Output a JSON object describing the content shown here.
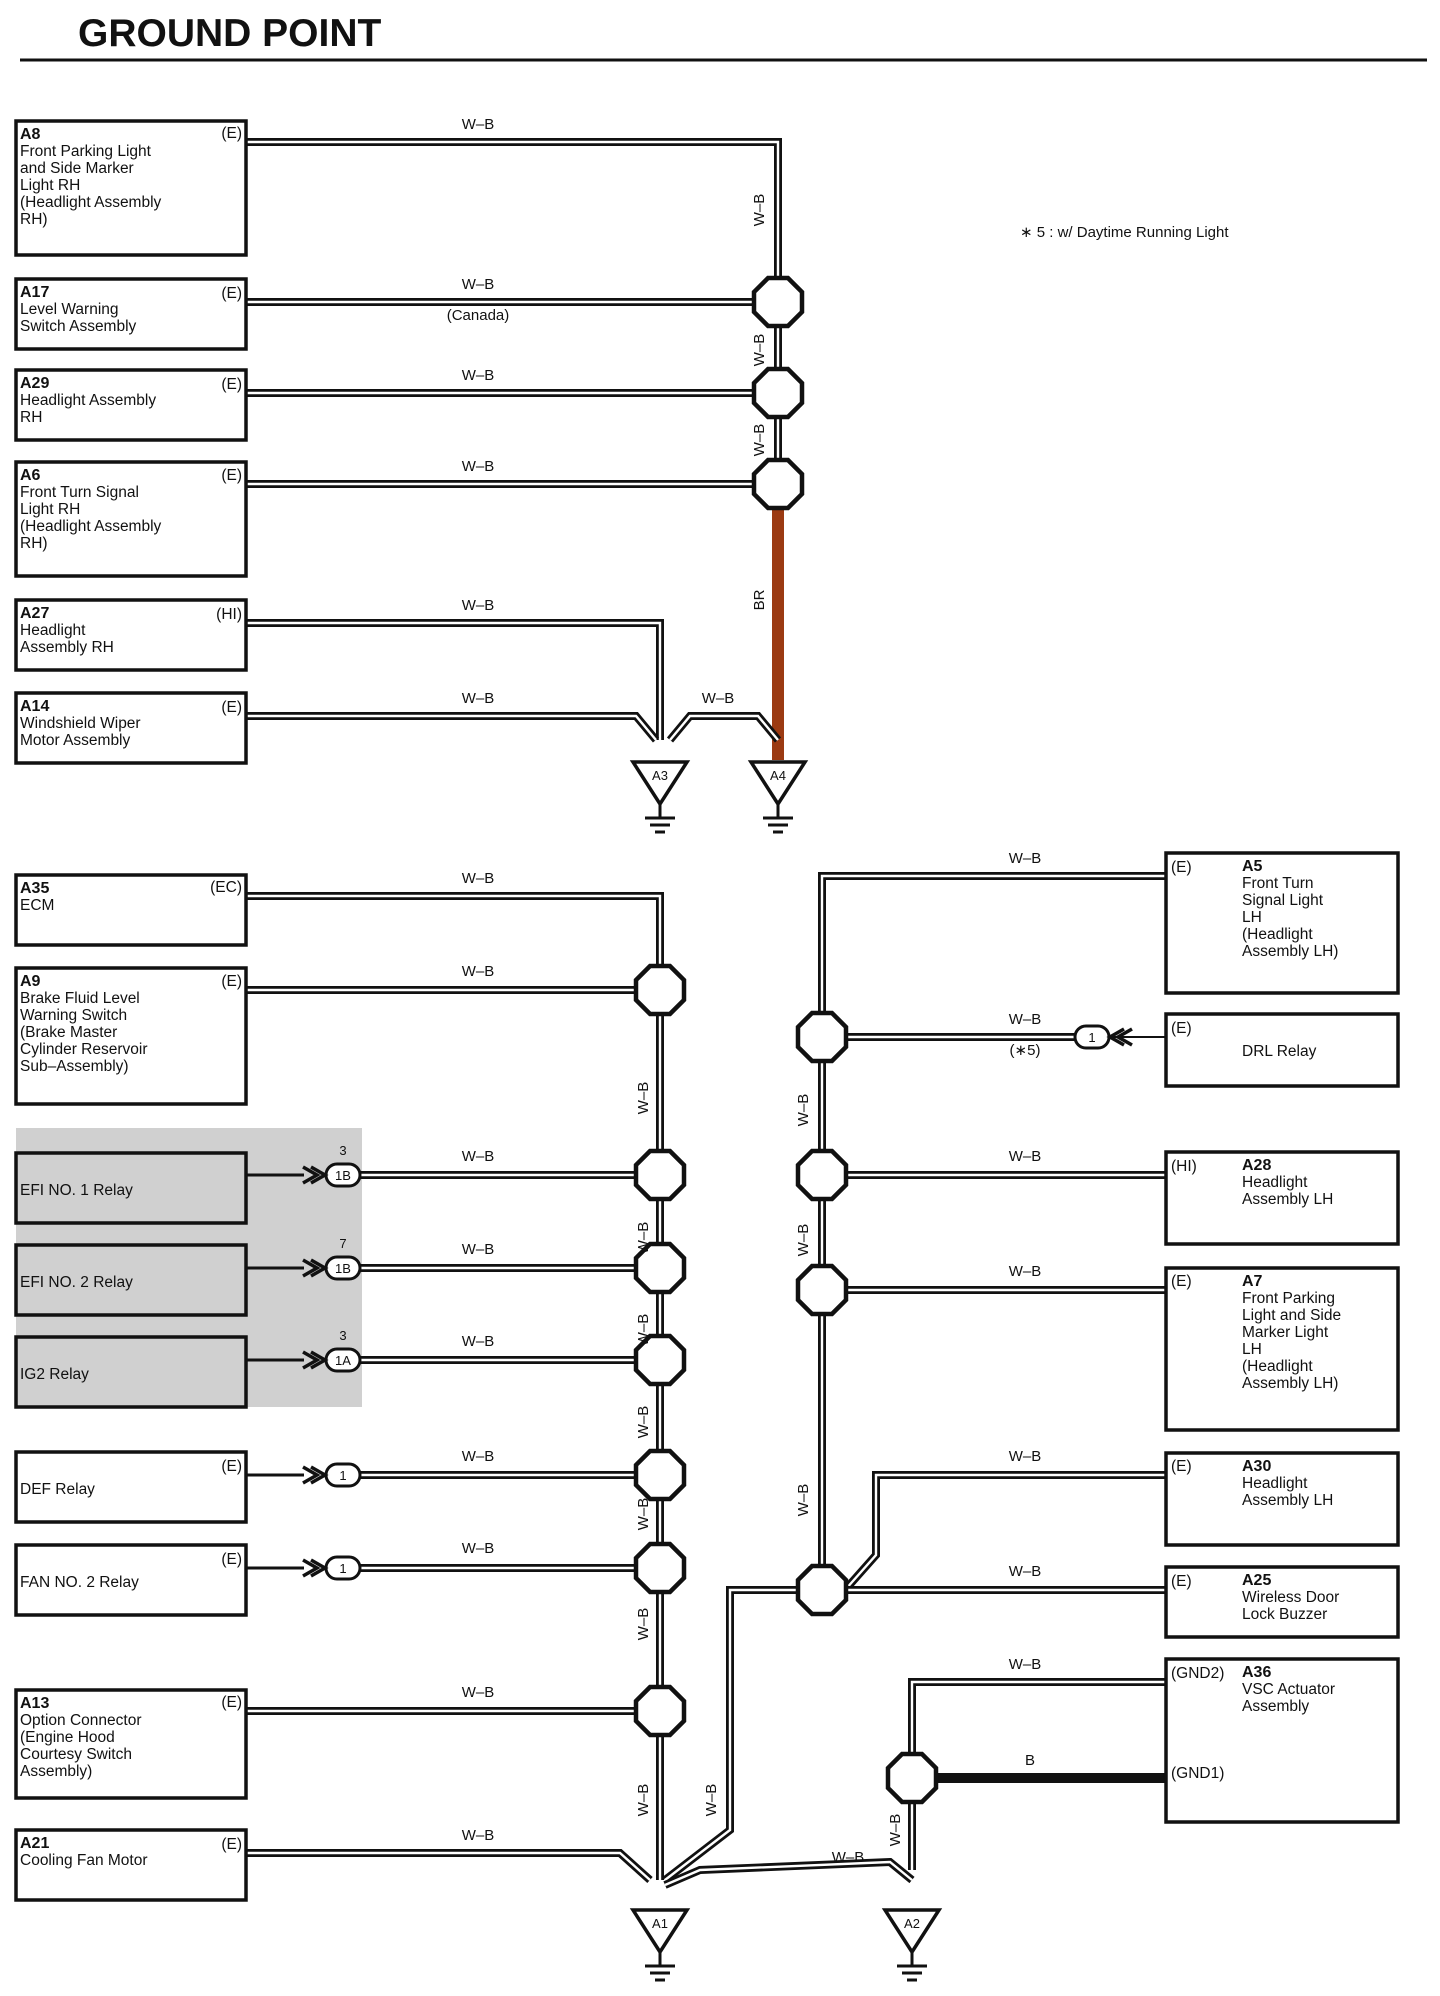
{
  "header": {
    "title": "GROUND POINT"
  },
  "note": "∗ 5 : w/ Daytime Running Light",
  "colors": {
    "wire": "#111111",
    "br_wire": "#9b3a12",
    "relay_shade": "#d0d0d0"
  },
  "components_left": [
    {
      "key": "a8",
      "id": "A8",
      "lines": [
        "Front Parking Light",
        "and Side Marker",
        "Light RH",
        "(Headlight Assembly",
        " RH)"
      ],
      "pin": "(E)"
    },
    {
      "key": "a17",
      "id": "A17",
      "lines": [
        "Level Warning",
        "Switch Assembly"
      ],
      "pin": "(E)"
    },
    {
      "key": "a29",
      "id": "A29",
      "lines": [
        "Headlight Assembly",
        "RH"
      ],
      "pin": "(E)"
    },
    {
      "key": "a6",
      "id": "A6",
      "lines": [
        "Front Turn Signal",
        "Light RH",
        "(Headlight Assembly",
        " RH)"
      ],
      "pin": "(E)"
    },
    {
      "key": "a27",
      "id": "A27",
      "lines": [
        "Headlight",
        "Assembly RH"
      ],
      "pin": "(HI)"
    },
    {
      "key": "a14",
      "id": "A14",
      "lines": [
        "Windshield Wiper",
        "Motor Assembly"
      ],
      "pin": "(E)"
    },
    {
      "key": "a35",
      "id": "A35",
      "lines": [
        "ECM"
      ],
      "pin": "(EC)"
    },
    {
      "key": "a9",
      "id": "A9",
      "lines": [
        "Brake Fluid Level",
        "Warning Switch",
        "(Brake Master",
        " Cylinder Reservoir",
        " Sub–Assembly)"
      ],
      "pin": "(E)"
    },
    {
      "key": "efi1",
      "id": "",
      "lines": [
        "EFI NO. 1 Relay"
      ],
      "pin": "",
      "shaded": true
    },
    {
      "key": "efi2",
      "id": "",
      "lines": [
        "EFI NO. 2 Relay"
      ],
      "pin": "",
      "shaded": true
    },
    {
      "key": "ig2",
      "id": "",
      "lines": [
        "IG2 Relay"
      ],
      "pin": "",
      "shaded": true
    },
    {
      "key": "def",
      "id": "",
      "lines": [
        "DEF Relay"
      ],
      "pin": "(E)"
    },
    {
      "key": "fan2",
      "id": "",
      "lines": [
        "FAN NO. 2 Relay"
      ],
      "pin": "(E)"
    },
    {
      "key": "a13",
      "id": "A13",
      "lines": [
        "Option Connector",
        "(Engine Hood",
        " Courtesy Switch",
        " Assembly)"
      ],
      "pin": "(E)"
    },
    {
      "key": "a21",
      "id": "A21",
      "lines": [
        "Cooling Fan Motor"
      ],
      "pin": "(E)"
    }
  ],
  "components_right": [
    {
      "key": "a5",
      "id": "A5",
      "lines": [
        "Front Turn",
        "Signal Light",
        "LH",
        "(Headlight",
        " Assembly LH)"
      ],
      "pin": "(E)"
    },
    {
      "key": "drl",
      "id": "",
      "lines": [
        "DRL Relay"
      ],
      "pin": "(E)"
    },
    {
      "key": "a28",
      "id": "A28",
      "lines": [
        "Headlight",
        "Assembly LH"
      ],
      "pin": "(HI)"
    },
    {
      "key": "a7",
      "id": "A7",
      "lines": [
        "Front Parking",
        "Light and Side",
        "Marker Light",
        "LH",
        "(Headlight",
        " Assembly LH)"
      ],
      "pin": "(E)"
    },
    {
      "key": "a30",
      "id": "A30",
      "lines": [
        "Headlight",
        "Assembly LH"
      ],
      "pin": "(E)"
    },
    {
      "key": "a25",
      "id": "A25",
      "lines": [
        "Wireless Door",
        "Lock Buzzer"
      ],
      "pin": "(E)"
    },
    {
      "key": "a36",
      "id": "A36",
      "lines": [
        "VSC Actuator",
        "Assembly"
      ],
      "pin": "(GND2)",
      "pin2": "(GND1)"
    }
  ],
  "connectors": [
    {
      "key": "c_efi1",
      "label": "1B",
      "num": "3"
    },
    {
      "key": "c_efi2",
      "label": "1B",
      "num": "7"
    },
    {
      "key": "c_ig2",
      "label": "1A",
      "num": "3"
    },
    {
      "key": "c_def",
      "label": "1",
      "num": ""
    },
    {
      "key": "c_fan2",
      "label": "1",
      "num": ""
    },
    {
      "key": "c_drl",
      "label": "1",
      "num": ""
    }
  ],
  "grounds": [
    {
      "key": "g_a3",
      "label": "A3"
    },
    {
      "key": "g_a4",
      "label": "A4"
    },
    {
      "key": "g_a1",
      "label": "A1"
    },
    {
      "key": "g_a2",
      "label": "A2"
    }
  ],
  "wire_labels": {
    "wb": "W–B",
    "br": "BR",
    "b": "B",
    "canada": "(Canada)",
    "drl_note": "(∗5)"
  }
}
